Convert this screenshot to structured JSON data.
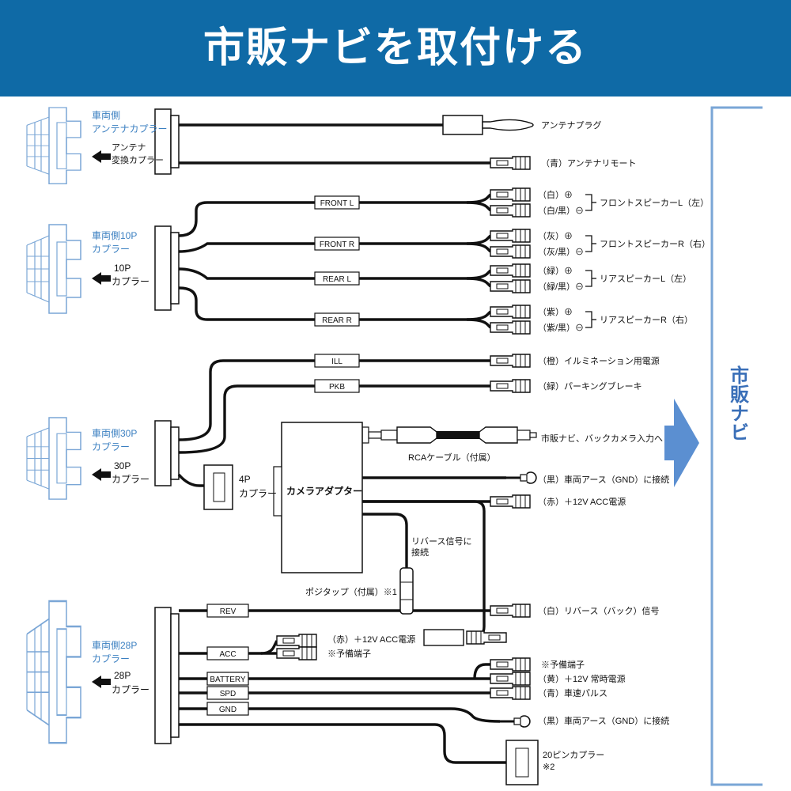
{
  "header": {
    "title": "市販ナビを取付ける"
  },
  "colors": {
    "banner": "#0f6aa6",
    "vehicle_label": "#3a7fc1",
    "nav_text": "#3a6fb8",
    "arrow": "#5b8fd1",
    "wire": "#111111"
  },
  "sections": {
    "antenna": {
      "vehicle_label": [
        "車両側",
        "アンテナカプラー"
      ],
      "adapter_label": [
        "アンテナ",
        "変換カプラー"
      ]
    },
    "ten_pin": {
      "vehicle_label": "車両側10P",
      "vehicle_label2": "カプラー",
      "adapter_label": [
        "10P",
        "カプラー"
      ]
    },
    "thirty_pin": {
      "vehicle_label": "車両側30P",
      "vehicle_label2": "カプラー",
      "adapter_label": [
        "30P",
        "カプラー"
      ]
    },
    "twenty_eight_pin": {
      "vehicle_label": "車両側28P",
      "vehicle_label2": "カプラー",
      "adapter_label": [
        "28P",
        "カプラー"
      ]
    }
  },
  "wire_labels": {
    "front_l": "FRONT L",
    "front_r": "FRONT R",
    "rear_l": "REAR L",
    "rear_r": "REAR R",
    "ill": "ILL",
    "pkb": "PKB",
    "rev": "REV",
    "acc": "ACC",
    "battery": "BATTERY",
    "spd": "SPD",
    "gnd": "GND"
  },
  "terminals": {
    "antenna_plug": "アンテナプラグ",
    "antenna_remote": "（青）アンテナリモート",
    "fl_pos": "（白）⊕",
    "fl_neg": "（白/黒）⊖",
    "fl_name": "フロントスピーカーL（左）",
    "fr_pos": "（灰）⊕",
    "fr_neg": "（灰/黒）⊖",
    "fr_name": "フロントスピーカーR（右）",
    "rl_pos": "（緑）⊕",
    "rl_neg": "（緑/黒）⊖",
    "rl_name": "リアスピーカーL（左）",
    "rr_pos": "（紫）⊕",
    "rr_neg": "（紫/黒）⊖",
    "rr_name": "リアスピーカーR（右）",
    "ill": "（橙）イルミネーション用電源",
    "pkb": "（緑）パーキングブレーキ",
    "rca_dest": "市販ナビ、バックカメラ入力へ",
    "rca_cable": "RCAケーブル（付属）",
    "camera_gnd": "（黒）車両アース（GND）に接続",
    "camera_acc": "（赤）＋12V ACC電源",
    "reverse_connect": [
      "リバース信号に",
      "接続"
    ],
    "posi_tap": "ポジタップ（付属）※1",
    "rev": "（白）リバース（バック）信号",
    "acc_red": "（赤）＋12V ACC電源",
    "spare1": "※予備端子",
    "spare2": "※予備端子",
    "battery": "（黄）＋12V 常時電源",
    "spd": "（青）車速パルス",
    "gnd": "（黒）車両アース（GND）に接続",
    "twenty_pin": [
      "20ピンカプラー",
      "※2"
    ]
  },
  "camera_adapter": {
    "label": "カメラアダプター"
  },
  "four_pin": {
    "label": [
      "4P",
      "カプラー"
    ]
  },
  "nav": {
    "label": "市販ナビ"
  }
}
